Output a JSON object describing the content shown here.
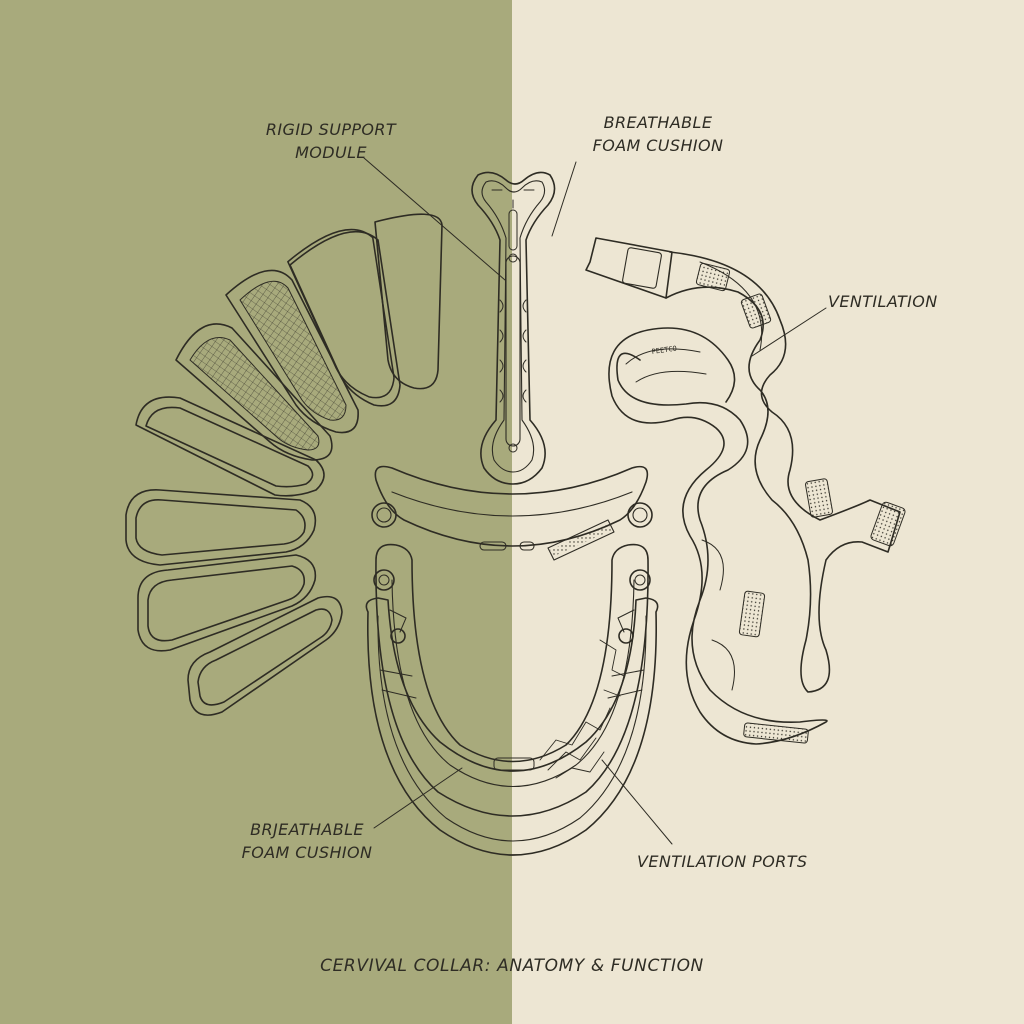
{
  "diagram": {
    "title": "CERVIVAL COLLAR: ANATOMY & FUNCTION",
    "labels": {
      "rigid_support_line1": "RIGID SUPPORT",
      "rigid_support_line2": "MODULE",
      "foam_top_line1": "BREATHABLE",
      "foam_top_line2": "FOAM CUSHION",
      "ventilation": "VENTILATION",
      "foam_bottom_line1": "BRJEATHABLE",
      "foam_bottom_line2": "FOAM CUSHION",
      "ventilation_ports": "VENTILATION PORTS"
    },
    "strap_print": "PEETCO"
  },
  "colors": {
    "background_left": "#a8aa7c",
    "background_right": "#ede6d3",
    "ink": "#2e2c24"
  }
}
